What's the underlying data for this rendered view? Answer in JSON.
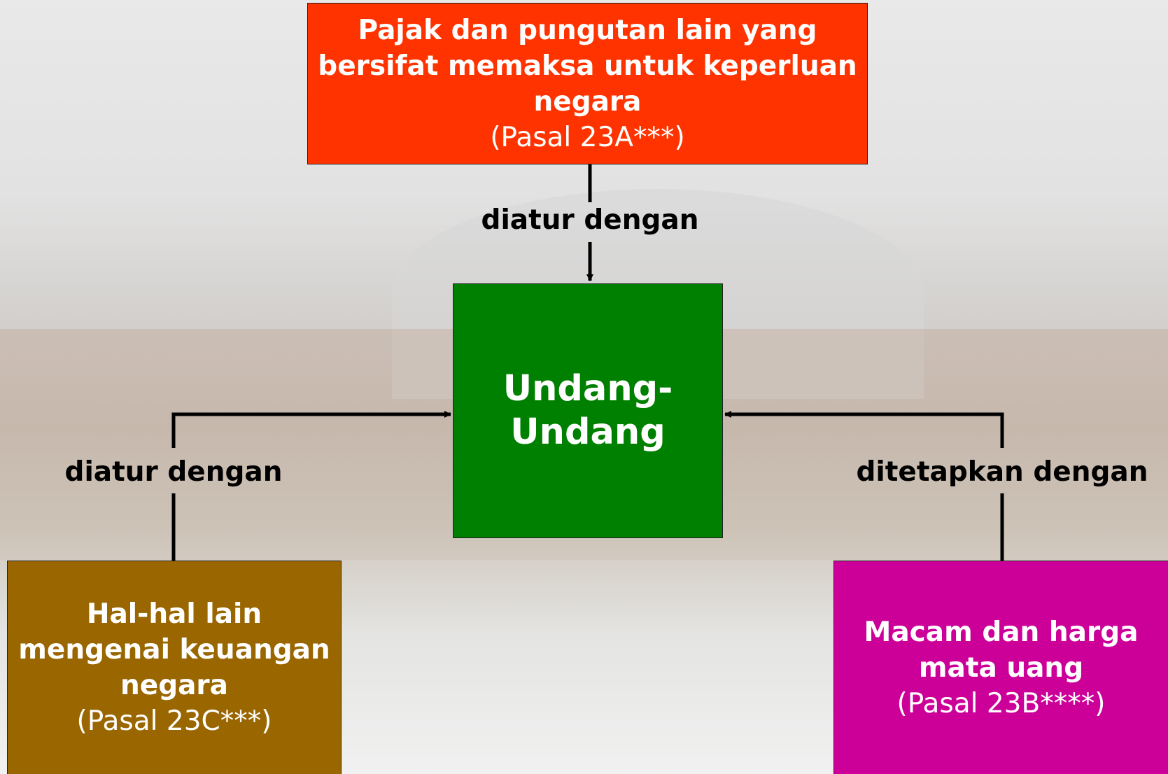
{
  "nodes": {
    "top": {
      "title": "Pajak dan pungutan lain yang\nbersifat memaksa untuk keperluan\nnegara",
      "ref": "(Pasal 23A***)",
      "color": "#ff3300"
    },
    "center": {
      "title": "Undang-\nUndang",
      "color": "#008000"
    },
    "left": {
      "title": "Hal-hal lain\nmengenai keuangan\nnegara",
      "ref": "(Pasal 23C***)",
      "color": "#996600"
    },
    "right": {
      "title": "Macam dan harga\nmata uang",
      "ref": "(Pasal 23B****)",
      "color": "#cc0099"
    }
  },
  "edges": {
    "top_to_center": "diatur dengan",
    "left_to_center": "diatur dengan",
    "right_to_center": "ditetapkan dengan"
  }
}
